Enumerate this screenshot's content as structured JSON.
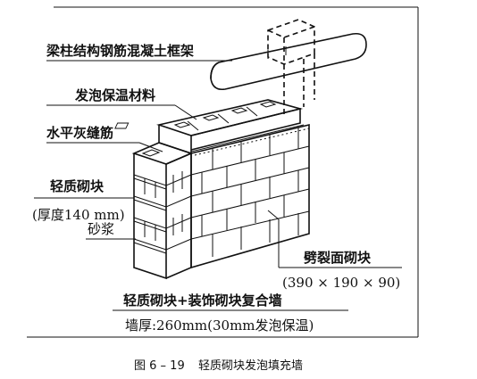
{
  "labels": {
    "frame": "梁柱结构钢筋混凝土框架",
    "foam": "发泡保温材料",
    "rebar": "水平灰缝筋",
    "light_block": "轻质砌块",
    "light_thickness": "(厚度140 mm)",
    "mortar": "砂浆",
    "split_face": "劈裂面砌块",
    "split_size": "(390 × 190 × 90)",
    "composite_wall": "轻质砌块+装饰砌块复合墙",
    "wall_thickness": "墙厚:260mm(30mm发泡保温)"
  },
  "caption": {
    "number": "图 6 – 19",
    "title": "轻质砌块发泡填充墙"
  }
}
